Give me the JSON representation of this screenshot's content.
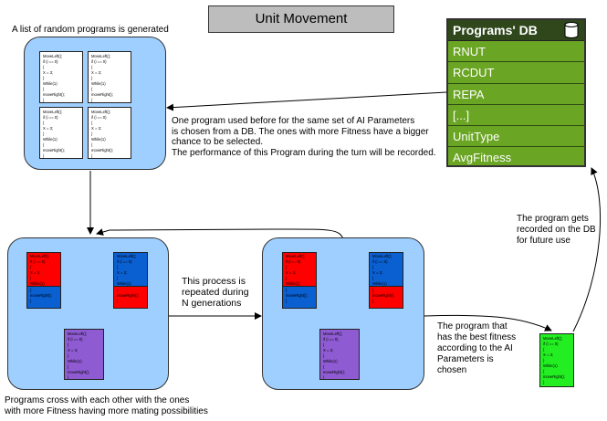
{
  "title": "Unit Movement",
  "label_random_list": "A list of random programs is generated",
  "label_db_choice": [
    "One program used before for the same set of AI Parameters",
    "is chosen from a DB. The ones with more Fitness have a bigger",
    "chance to be selected.",
    "The performance of this Program during the turn will be recorded."
  ],
  "label_repeat": [
    "This process is",
    "repeated during",
    "N generations"
  ],
  "label_cross": [
    "Programs cross with each other with the ones",
    "with more Fitness having more mating possibilities"
  ],
  "label_best": [
    "The program that",
    "has the best fitness",
    "according to the AI",
    "Parameters is",
    "chosen"
  ],
  "label_record": [
    "The program gets",
    "recorded on the DB",
    "for future use"
  ],
  "code_lines": [
    "MoveLeft();",
    "if (i == 0)",
    "{",
    "X = 3;",
    "}",
    "While(1)",
    "{",
    "moveRight();",
    "}"
  ],
  "db": {
    "title": "Programs' DB",
    "fields": [
      "RNUT",
      "RCDUT",
      "REPA",
      "[...]",
      "UnitType",
      "AvgFitness"
    ]
  },
  "colors": {
    "panel": "#9fcfff",
    "red": "#ff0000",
    "blue": "#0a5fd1",
    "purple": "#8f5bd2",
    "green": "#22ee22",
    "db_header": "#2f471b",
    "db_body": "#6aa524"
  },
  "icons": [
    "database-icon"
  ]
}
